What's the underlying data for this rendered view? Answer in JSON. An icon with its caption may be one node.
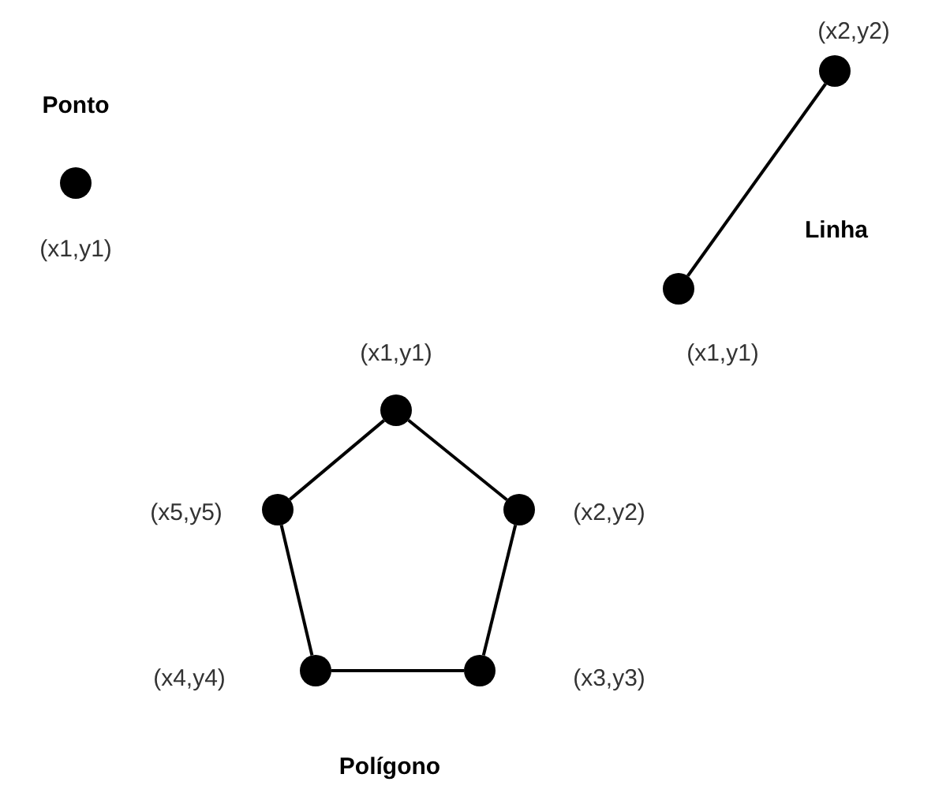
{
  "diagram": {
    "nodes": [
      {
        "text": [],
        "shape": "circle",
        "beside": [
          "(x1,y1)"
        ]
      },
      {
        "text": [],
        "shape": "circle",
        "beside": [
          "(x2,y2)"
        ]
      },
      {
        "text": [],
        "shape": "circle",
        "beside": [
          "(x1,y1)"
        ]
      },
      {
        "text": [],
        "shape": "circle",
        "beside": [
          "(x1,y1)"
        ]
      },
      {
        "text": [],
        "shape": "circle",
        "beside": [
          "(x2,y2)"
        ]
      },
      {
        "text": [],
        "shape": "circle",
        "beside": [
          "(x3,y3)"
        ]
      },
      {
        "text": [],
        "shape": "circle",
        "beside": [
          "(x4,y4)"
        ]
      },
      {
        "text": [],
        "shape": "circle",
        "beside": [
          "(x5,y5)"
        ]
      }
    ],
    "edges": [
      {
        "from": 1,
        "to": 2,
        "arrow": "none"
      },
      {
        "from": 3,
        "to": 4,
        "arrow": "none"
      },
      {
        "from": 4,
        "to": 5,
        "arrow": "none"
      },
      {
        "from": 5,
        "to": 6,
        "arrow": "none"
      },
      {
        "from": 6,
        "to": 7,
        "arrow": "none"
      },
      {
        "from": 7,
        "to": 3,
        "arrow": "none"
      }
    ],
    "labels": [
      "Ponto",
      "Linha",
      "Polígono"
    ]
  }
}
